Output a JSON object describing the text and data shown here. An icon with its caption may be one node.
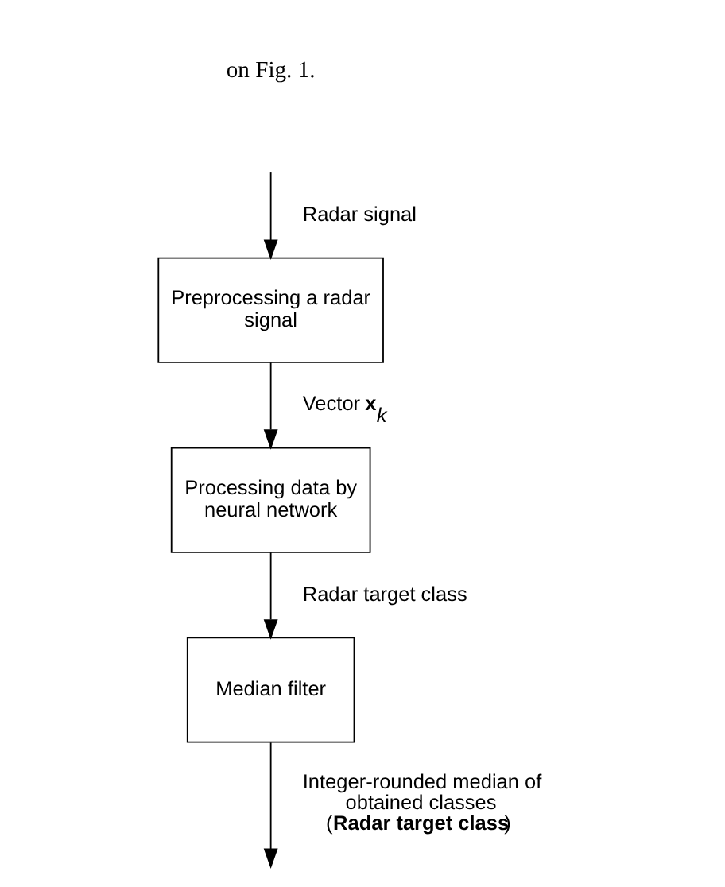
{
  "diagram": {
    "nodes": [
      {
        "text": [
          "Preprocessing a radar signal"
        ]
      },
      {
        "text": [
          "Processing data by neural network"
        ]
      },
      {
        "text": [
          "Median filter"
        ]
      }
    ],
    "edges": [
      {
        "from": null,
        "to": 0,
        "arrow": "to",
        "label": "Radar signal"
      },
      {
        "from": 0,
        "to": 1,
        "arrow": "to",
        "label": "Vector **x**$_{k}$"
      },
      {
        "from": 1,
        "to": 2,
        "arrow": "to",
        "label": "Radar target class"
      },
      {
        "from": 2,
        "to": null,
        "arrow": "to",
        "label": "Integer-rounded median of obtained classes (**Radar target class**)"
      }
    ],
    "labels": [
      "on Fig. 1."
    ]
  }
}
